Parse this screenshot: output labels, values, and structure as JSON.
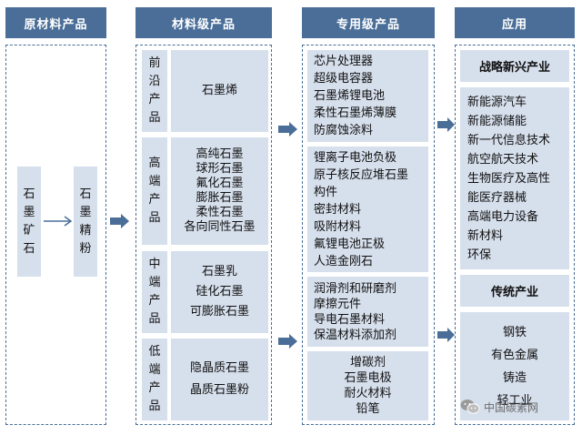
{
  "columns": {
    "raw": "原材料产品",
    "material": "材料级产品",
    "special": "专用级产品",
    "application": "应用"
  },
  "raw_materials": {
    "ore": [
      "石",
      "墨",
      "矿",
      "石"
    ],
    "powder": [
      "石",
      "墨",
      "精",
      "粉"
    ]
  },
  "material_grades": [
    {
      "label": [
        "前",
        "沿",
        "产",
        "品"
      ],
      "items": [
        "石墨烯"
      ]
    },
    {
      "label": [
        "高",
        "端",
        "产",
        "品"
      ],
      "items": [
        "高纯石墨",
        "球形石墨",
        "氟化石墨",
        "膨胀石墨",
        "柔性石墨",
        "各向同性石墨"
      ]
    },
    {
      "label": [
        "中",
        "端",
        "产",
        "品"
      ],
      "items": [
        "石墨乳",
        "硅化石墨",
        "可膨胀石墨"
      ]
    },
    {
      "label": [
        "低",
        "端",
        "产",
        "品"
      ],
      "items": [
        "隐晶质石墨",
        "晶质石墨粉"
      ]
    }
  ],
  "special_grades": [
    [
      "芯片处理器",
      "超级电容器",
      "石墨烯锂电池",
      "柔性石墨烯薄膜",
      "防腐蚀涂料"
    ],
    [
      "锂离子电池负极",
      "原子核反应堆石墨",
      "构件",
      "密封材料",
      "吸附材料",
      "氟锂电池正极",
      "人造金刚石"
    ],
    [
      "润滑剂和研磨剂",
      "摩擦元件",
      "导电石墨材料",
      "保温材料添加剂"
    ],
    [
      "增碳剂",
      "石墨电极",
      "耐火材料",
      "铅笔"
    ]
  ],
  "applications": {
    "strategic": {
      "title": "战略新兴产业",
      "items": [
        "新能源汽车",
        "新能源储能",
        "新一代信息技术",
        "航空航天技术",
        "生物医疗及高性",
        "能医疗器械",
        "高端电力设备",
        "新材料",
        "环保"
      ]
    },
    "traditional": {
      "title": "传统产业",
      "items": [
        "钢铁",
        "有色金属",
        "铸造",
        "轻工业"
      ]
    }
  },
  "watermark": {
    "text": "中国碳素网",
    "icon": "wechat-icon"
  },
  "colors": {
    "header": "#4a6e98",
    "box": "#d6dfec",
    "arrow": "#4a6e98"
  }
}
